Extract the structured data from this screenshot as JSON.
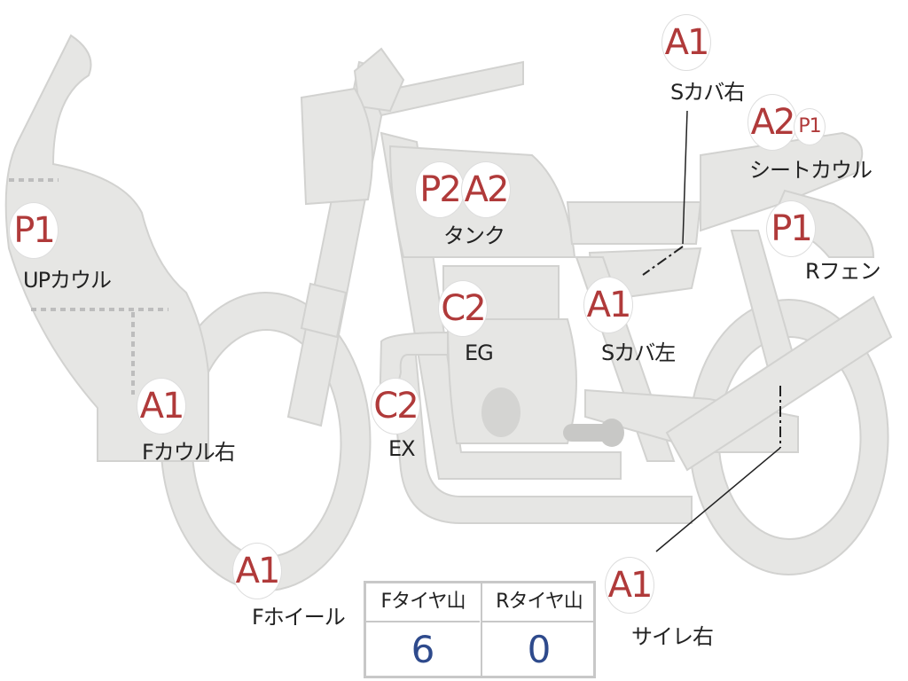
{
  "parts": [
    {
      "id": "s-cover-right",
      "grade": "A1",
      "label": "Sカバ右"
    },
    {
      "id": "seat-cowl",
      "grade": "A2",
      "sub_grade": "P1",
      "label": "シートカウル"
    },
    {
      "id": "tank",
      "grade": "P2",
      "grade2": "A2",
      "label": "タンク"
    },
    {
      "id": "r-fender",
      "grade": "P1",
      "label": "Rフェン"
    },
    {
      "id": "up-cowl",
      "grade": "P1",
      "label": "UPカウル"
    },
    {
      "id": "engine",
      "grade": "C2",
      "label": "EG"
    },
    {
      "id": "s-cover-left",
      "grade": "A1",
      "label": "Sカバ左"
    },
    {
      "id": "f-cowl-right",
      "grade": "A1",
      "label": "Fカウル右"
    },
    {
      "id": "exhaust",
      "grade": "C2",
      "label": "EX"
    },
    {
      "id": "f-wheel",
      "grade": "A1",
      "label": "Fホイール"
    },
    {
      "id": "silencer-right",
      "grade": "A1",
      "label": "サイレ右"
    }
  ],
  "tire_table": {
    "headers": [
      "Fタイヤ山",
      "Rタイヤ山"
    ],
    "values": [
      "6",
      "0"
    ]
  },
  "colors": {
    "part_fill": "#e6e6e4",
    "part_stroke": "#d0d0ce",
    "grade_text": "#b03a3a",
    "value_text": "#2e4a8c"
  }
}
